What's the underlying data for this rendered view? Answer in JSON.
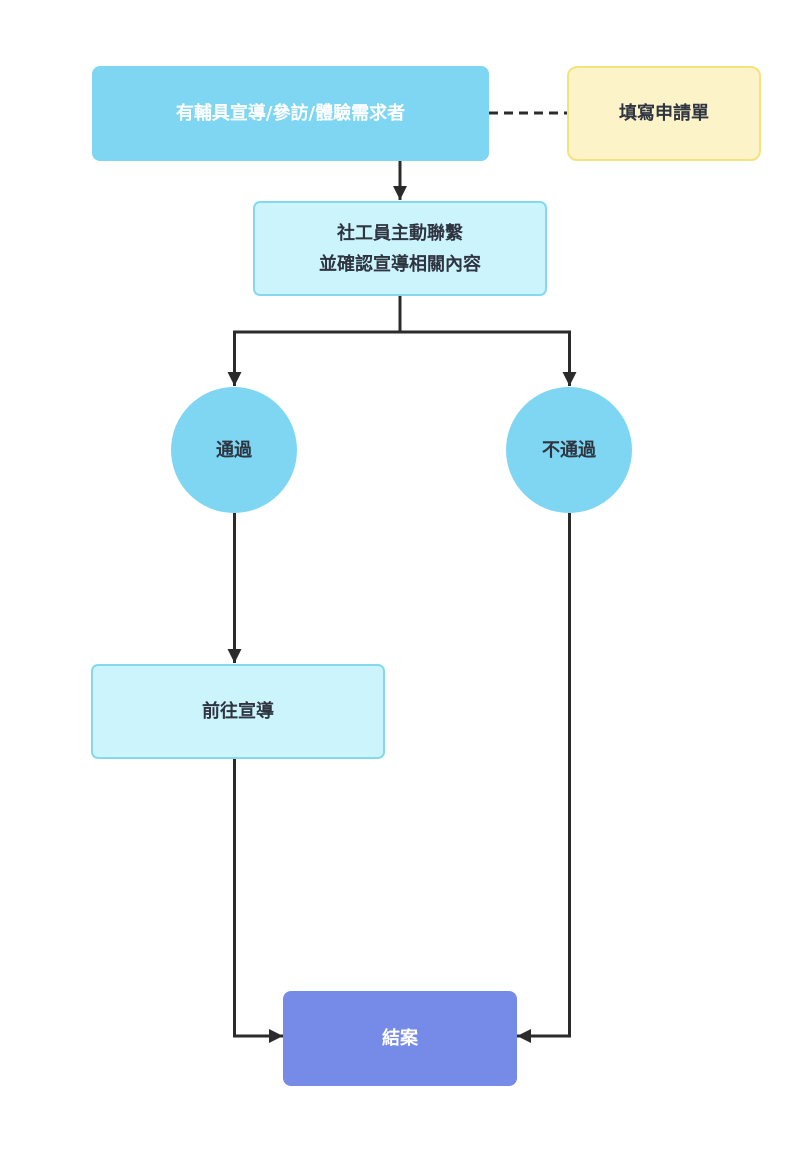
{
  "nodes": {
    "request": {
      "label": "有輔具宣導/參訪/體驗需求者"
    },
    "form": {
      "label": "填寫申請單"
    },
    "contact": {
      "line1": "社工員主動聯繫",
      "line2": "並確認宣導相關內容"
    },
    "pass": {
      "label": "通過"
    },
    "fail": {
      "label": "不通過"
    },
    "go": {
      "label": "前往宣導"
    },
    "close": {
      "label": "結案"
    }
  },
  "colors": {
    "primary_fill": "#7fd6f2",
    "light_fill": "#ccf4fc",
    "light_border": "#84d8ef",
    "note_fill": "#fdf3c8",
    "note_border": "#f4e27d",
    "end_fill": "#768ae8",
    "connector": "#2b2b2b"
  }
}
